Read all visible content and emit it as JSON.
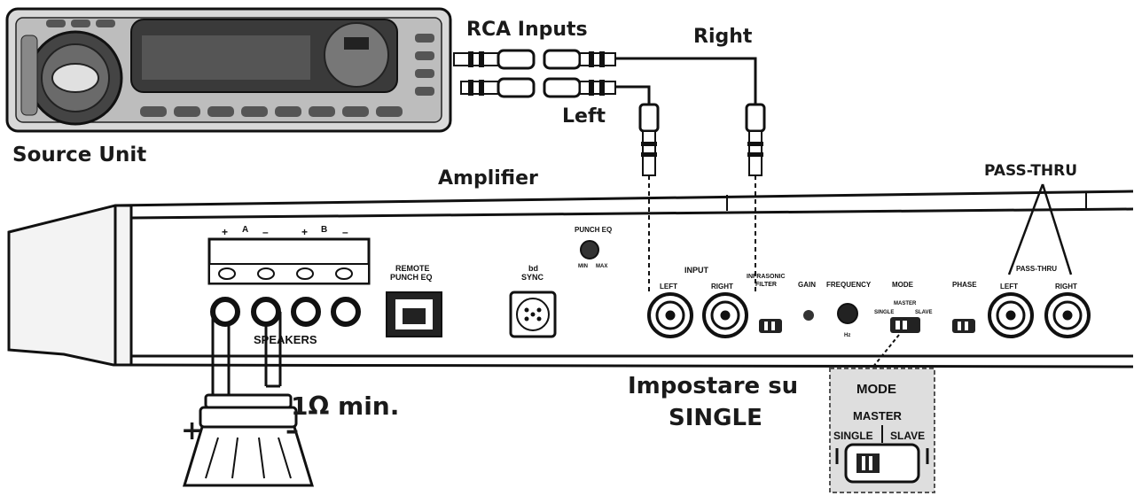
{
  "labels": {
    "source_unit": "Source Unit",
    "rca_inputs": "RCA Inputs",
    "right": "Right",
    "left": "Left",
    "amplifier": "Amplifier",
    "pass_thru": "PASS-THRU",
    "impostare_line1": "Impostare su",
    "impostare_line2": "SINGLE",
    "ohm_min": "1Ω min.",
    "plus": "+",
    "minus": "–"
  },
  "amp_panel": {
    "a": "A",
    "b": "B",
    "plus": "+",
    "minus": "–",
    "speakers": "SPEAKERS",
    "remote_line1": "REMOTE",
    "remote_line2": "PUNCH EQ",
    "bd_line1": "bd",
    "bd_line2": "SYNC",
    "punch_eq": "PUNCH EQ",
    "min": "MIN",
    "max": "MAX",
    "input": "INPUT",
    "left": "LEFT",
    "right": "RIGHT",
    "infrasonic_line1": "INFRASONIC",
    "infrasonic_line2": "FILTER",
    "gain": "GAIN",
    "frequency": "FREQUENCY",
    "mode": "MODE",
    "master": "MASTER",
    "single": "SINGLE",
    "slave": "SLAVE",
    "phase": "PHASE",
    "pass_thru": "PASS-THRU",
    "hz": "Hz"
  },
  "mode_inset": {
    "mode": "MODE",
    "master": "MASTER",
    "single": "SINGLE",
    "slave": "SLAVE"
  }
}
